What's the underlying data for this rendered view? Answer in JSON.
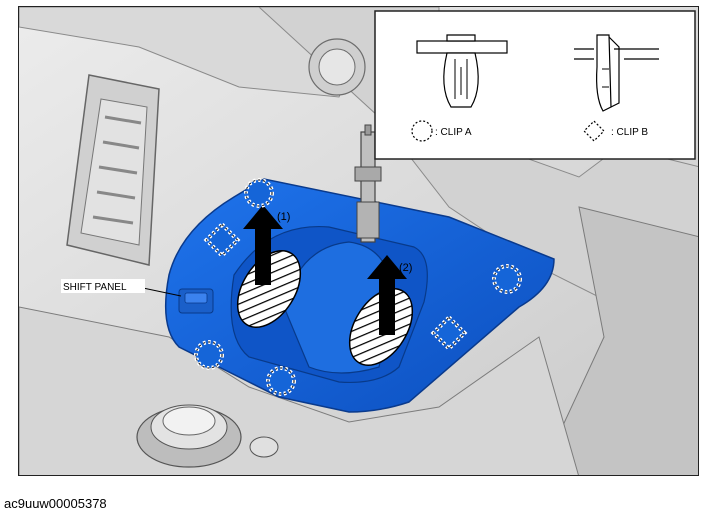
{
  "labels": {
    "shift_panel": "SHIFT PANEL",
    "step_1": "(1)",
    "step_2": "(2)"
  },
  "legend": {
    "clip_a": ": CLIP A",
    "clip_b": ": CLIP B"
  },
  "figure_id": "ac9uuw00005378",
  "colors": {
    "panel": "#1565d8",
    "panel_dark": "#0a3fa0",
    "interior": "#cfcfcf",
    "outline": "#222222"
  }
}
